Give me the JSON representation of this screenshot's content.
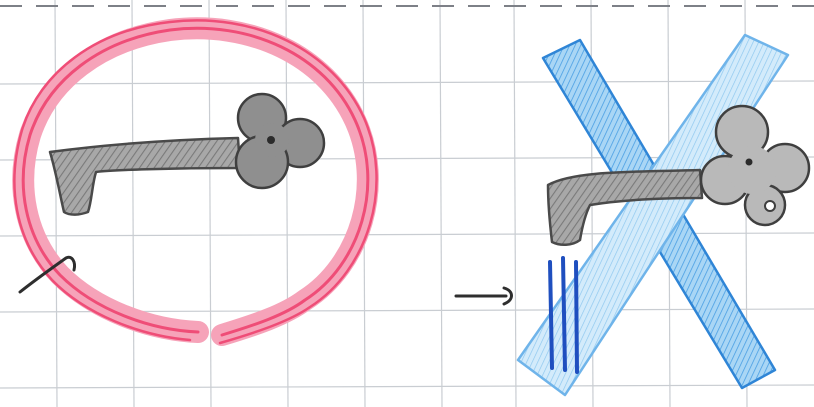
{
  "scene": {
    "paper": "grid-paper",
    "panels": [
      {
        "name": "left-panel",
        "contents": [
          "pink-circle-open",
          "gray-key-with-trefoil-bow",
          "dark-hook-mark"
        ]
      },
      {
        "name": "right-panel",
        "contents": [
          "blue-x-cross",
          "gray-key-with-trefoil-bow",
          "blue-vertical-strokes"
        ]
      },
      {
        "name": "arrow",
        "direction": "right"
      }
    ]
  },
  "colors": {
    "paper": "#ffffff",
    "grid": "#c9cdd2",
    "dashed_top": "#7d8087",
    "pink_ring": "#ef4d77",
    "pink_ring_light": "#f6a3b9",
    "key_fill": "#8f8f8f",
    "key_fill_light": "#b9b9b9",
    "key_outline": "#4a4a4a",
    "blue_cross": "#4da3e6",
    "blue_cross_light": "#9ed0f2",
    "blue_dark": "#1f4fbf",
    "ink": "#2e2e2e"
  }
}
